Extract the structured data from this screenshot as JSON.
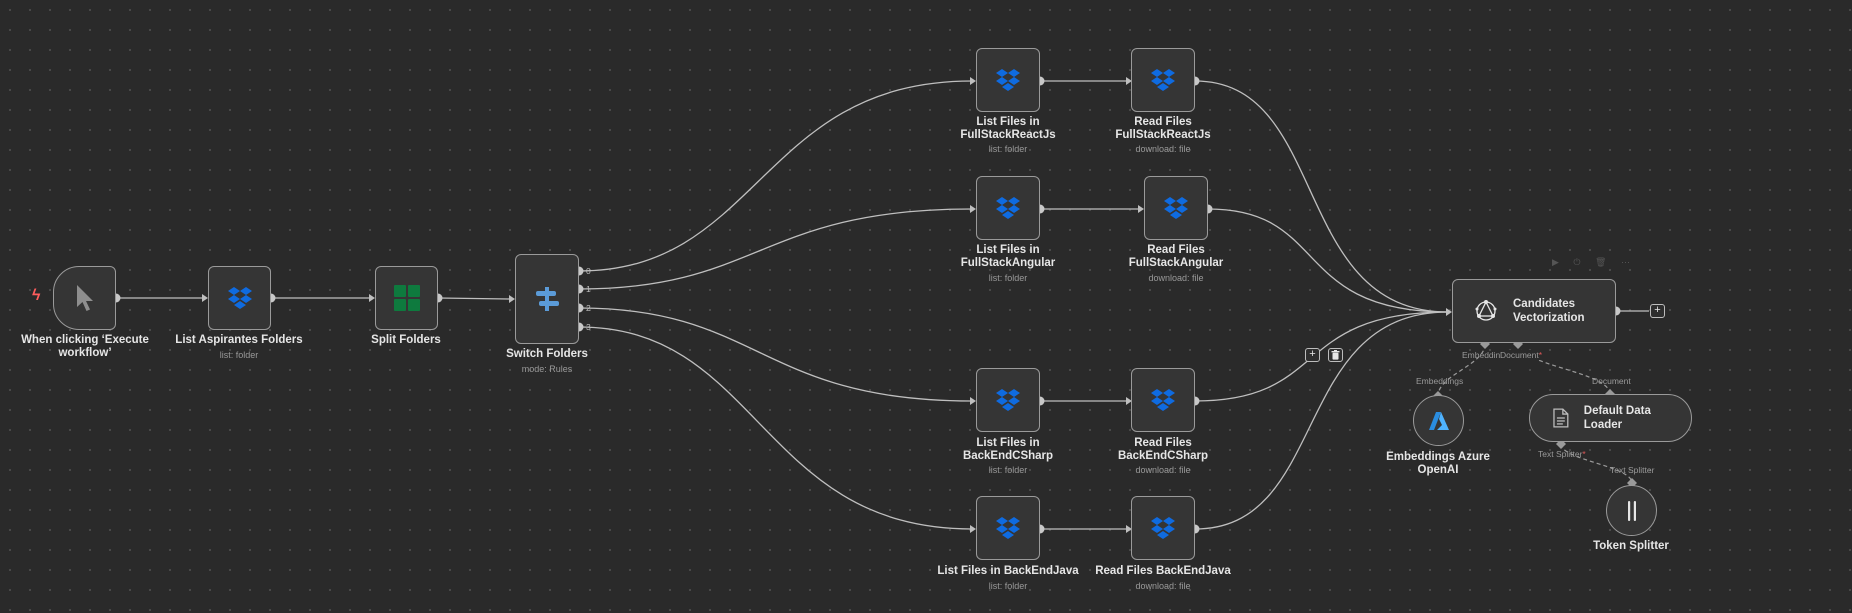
{
  "canvas": {
    "background": "#2a2a2a",
    "wire_color": "#bfbfbf",
    "node_fill": "#353535",
    "node_border": "#9a9a9a",
    "brand_dropbox": "#0f6be0",
    "brand_sheets": "#0e7a3e",
    "brand_switch": "#5b9bd8"
  },
  "nodes": {
    "trigger": {
      "title": "When clicking ‘Execute workflow’",
      "icon": "cursor-icon"
    },
    "list_aspirantes": {
      "title": "List Aspirantes Folders",
      "subtitle": "list: folder",
      "icon": "dropbox-icon"
    },
    "split_folders": {
      "title": "Split Folders",
      "icon": "split-grid-icon"
    },
    "switch_folders": {
      "title": "Switch Folders",
      "subtitle": "mode: Rules",
      "outputs": [
        "0",
        "1",
        "2",
        "3"
      ],
      "icon": "switch-icon"
    },
    "list_react": {
      "title": "List Files in FullStackReactJs",
      "subtitle": "list: folder",
      "icon": "dropbox-icon"
    },
    "read_react": {
      "title": "Read Files FullStackReactJs",
      "subtitle": "download: file",
      "icon": "dropbox-icon"
    },
    "list_angular": {
      "title": "List Files in FullStackAngular",
      "subtitle": "list: folder",
      "icon": "dropbox-icon"
    },
    "read_angular": {
      "title": "Read Files FullStackAngular",
      "subtitle": "download: file",
      "icon": "dropbox-icon"
    },
    "list_csharp": {
      "title": "List Files in BackEndCSharp",
      "subtitle": "list: folder",
      "icon": "dropbox-icon"
    },
    "read_csharp": {
      "title": "Read Files BackEndCSharp",
      "subtitle": "download: file",
      "icon": "dropbox-icon"
    },
    "list_java": {
      "title": "List Files in BackEndJava",
      "subtitle": "list: folder",
      "icon": "dropbox-icon"
    },
    "read_java": {
      "title": "Read Files BackEndJava",
      "subtitle": "download: file",
      "icon": "dropbox-icon"
    },
    "vectorization": {
      "title": "Candidates Vectorization",
      "icon": "vector-store-icon",
      "ports": {
        "embedding": "Embedding",
        "document": "Document",
        "required_mark": "*"
      }
    },
    "embeddings": {
      "title": "Embeddings Azure OpenAI",
      "port": "Embeddings",
      "icon": "azure-icon"
    },
    "data_loader": {
      "title": "Default Data Loader",
      "port_in": "Document",
      "port_out": "Text Splitter",
      "required_mark": "*",
      "icon": "document-icon"
    },
    "token_splitter": {
      "title": "Token Splitter",
      "port": "Text Splitter",
      "icon": "splitter-icon"
    }
  },
  "controls": {
    "add": "+",
    "delete": "🗑"
  }
}
